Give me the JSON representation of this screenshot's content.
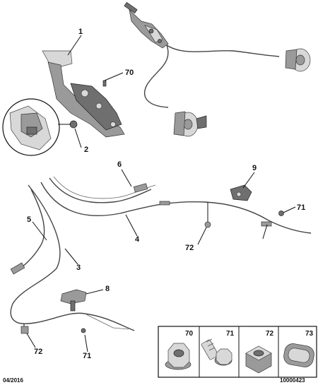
{
  "callouts": {
    "c1": "1",
    "c70": "70",
    "c2": "2",
    "c6": "6",
    "c9": "9",
    "c71a": "71",
    "c4": "4",
    "c72a": "72",
    "c5": "5",
    "c3": "3",
    "c8": "8",
    "c72b": "72",
    "c71b": "71"
  },
  "legend": {
    "items": [
      {
        "label": "70",
        "icon": "hex-flange-nut-icon"
      },
      {
        "label": "71",
        "icon": "flange-bolt-icon"
      },
      {
        "label": "72",
        "icon": "square-nut-icon"
      },
      {
        "label": "73",
        "icon": "grommet-icon"
      }
    ]
  },
  "footer": {
    "date": "04/2016",
    "ref": "10000423"
  }
}
